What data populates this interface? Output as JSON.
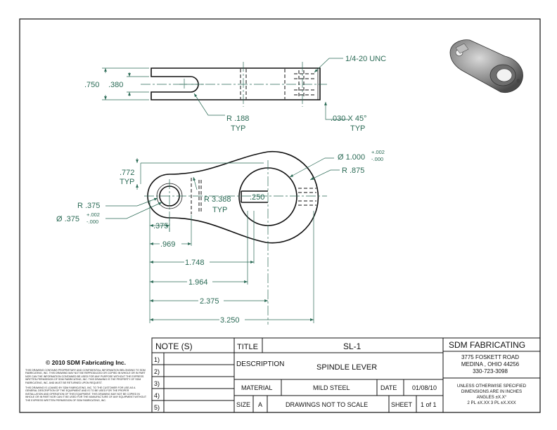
{
  "top_view": {
    "thread_callout": "1/4-20 UNC",
    "height_dim": ".750",
    "slot_dim": ".380",
    "radius_callout": "R .188",
    "radius_typ": "TYP",
    "chamfer_callout": ".030 X 45°",
    "chamfer_typ": "TYP"
  },
  "front_view": {
    "bore_dia": "Ø 1.000",
    "bore_tol_plus": "+.002",
    "bore_tol_minus": "-.000",
    "boss_radius": "R .875",
    "offset_dim": ".772",
    "offset_typ": "TYP",
    "arc_radius": "R 3.388",
    "arc_typ": "TYP",
    "slot_width": ".250",
    "end_radius": "R .375",
    "hole_dia": "Ø .375",
    "hole_tol_plus": "+.002",
    "hole_tol_minus": "-.000",
    "hole_offset": ".375",
    "dim_969": ".969",
    "dim_1748": "1.748",
    "dim_1964": "1.964",
    "dim_2375": "2.375",
    "dim_3250": "3.250"
  },
  "title_block": {
    "notes_header": "NOTE (S)",
    "note_rows": [
      "1)",
      "2)",
      "3)",
      "4)",
      "5)"
    ],
    "title_label": "TITLE",
    "title_value": "SL-1",
    "description_label": "DESCRIPTION",
    "description_value": "SPINDLE LEVER",
    "material_label": "MATERIAL",
    "material_value": "MILD STEEL",
    "date_label": "DATE",
    "date_value": "01/08/10",
    "size_label": "SIZE",
    "size_value": "A",
    "scale_note": "DRAWINGS NOT TO SCALE",
    "sheet_label": "SHEET",
    "sheet_value": "1 of 1",
    "company_name": "SDM FABRICATING",
    "address_1": "3775 FOSKETT ROAD",
    "address_2": "MEDINA , OHIO 44256",
    "phone": "330-723-3098",
    "tol_1": "UNLESS OTHERWISE SPECIFIED",
    "tol_2": "DIMENSIONS ARE IN INCHES",
    "tol_3": "ANGLES ±X.X°",
    "tol_4": "2 PL ±X.XX 3 PL ±X.XXX"
  },
  "copyright": {
    "heading": "© 2010 SDM Fabricating Inc.",
    "paragraph_1": "THIS DRAWING CONTAINS PROPRIETARY AND CONFIDENTIAL INFORMATION BELONGING TO SDM FABRICATING, INC. THIS DRAWING MAY NOT BE REPRODUCED OR COPIED IN WHOLE OR IN PART NOR CAN THE INFORMATION CONTAINED BE USED FOR ANY PURPOSE WITHOUT THE EXPRESS WRITTEN PERMISSION OF SDM FABRICATING, INC. THIS DRAWING IS THE PROPERTY OF SDM FABRICATING, INC. AND MUST BE RETURNED UPON REQUEST.",
    "paragraph_2": "THIS DRAWING IS LOANED BY SDM FABRICATING, INC. TO THE CUSTOMER FOR USE AS A GENERAL DESCRIPTION OF THE EQUIPMENT AND IS TO BE USED FOR THE PROPER INSTALLATION AND OPERATION OF THIS EQUIPMENT. THIS DRAWING MAY NOT BE COPIED IN WHOLE OR IN PART NOR CAN IT BE USED FOR THE MANUFACTURE OF ANY EQUIPMENT WITHOUT THE EXPRESS WRITTEN PERMISSION OF SDM FABRICATING, INC."
  }
}
